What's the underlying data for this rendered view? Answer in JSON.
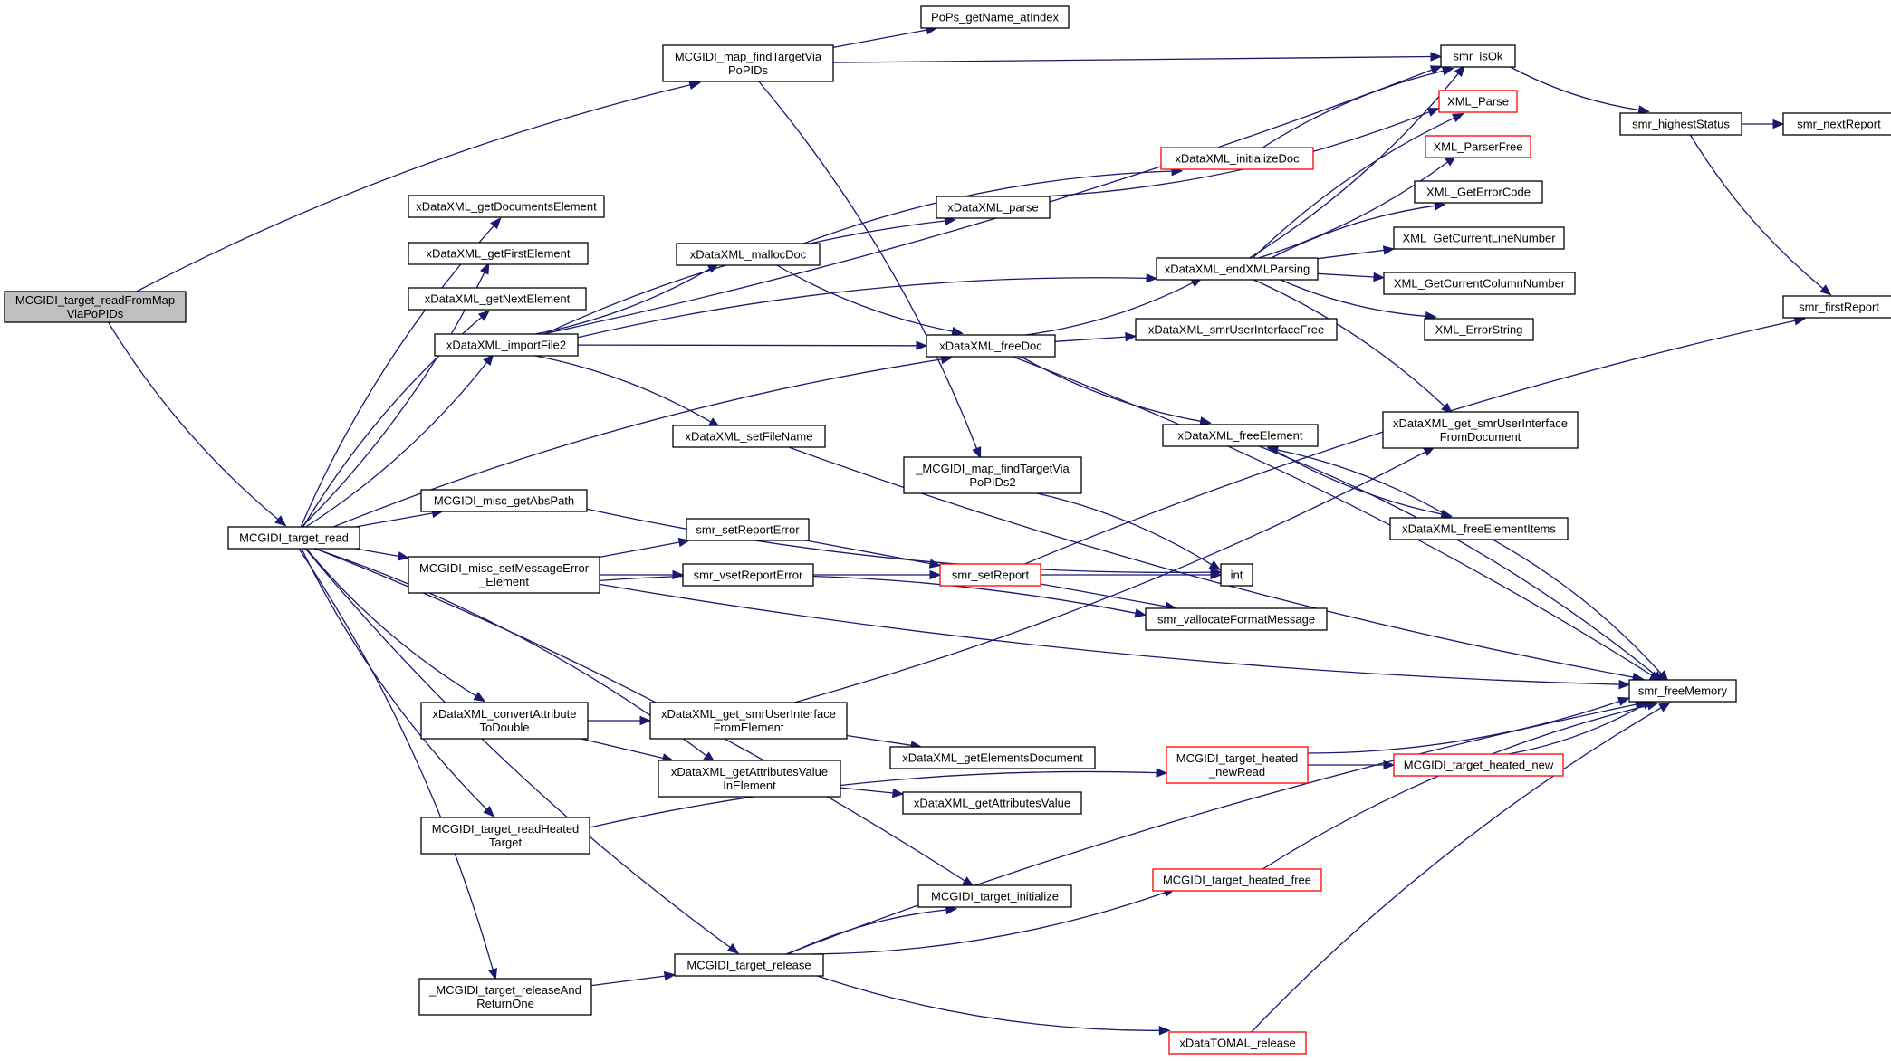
{
  "nodes": [
    {
      "id": "root",
      "lines": [
        "MCGIDI_target_readFromMap",
        "ViaPoPIDs"
      ],
      "style": "root"
    },
    {
      "id": "target_read",
      "lines": [
        "MCGIDI_target_read"
      ],
      "style": "normal"
    },
    {
      "id": "map_find",
      "lines": [
        "MCGIDI_map_findTargetVia",
        "PoPIDs"
      ],
      "style": "normal"
    },
    {
      "id": "pops_getname",
      "lines": [
        "PoPs_getName_atIndex"
      ],
      "style": "normal"
    },
    {
      "id": "smr_isok",
      "lines": [
        "smr_isOk"
      ],
      "style": "normal"
    },
    {
      "id": "smr_highest",
      "lines": [
        "smr_highestStatus"
      ],
      "style": "normal"
    },
    {
      "id": "smr_nextreport",
      "lines": [
        "smr_nextReport"
      ],
      "style": "normal"
    },
    {
      "id": "smr_firstreport",
      "lines": [
        "smr_firstReport"
      ],
      "style": "normal"
    },
    {
      "id": "xml_parse",
      "lines": [
        "XML_Parse"
      ],
      "style": "red"
    },
    {
      "id": "xml_parserfree",
      "lines": [
        "XML_ParserFree"
      ],
      "style": "red"
    },
    {
      "id": "xml_geterrorcode",
      "lines": [
        "XML_GetErrorCode"
      ],
      "style": "normal"
    },
    {
      "id": "xml_getcurline",
      "lines": [
        "XML_GetCurrentLineNumber"
      ],
      "style": "normal"
    },
    {
      "id": "xml_getcurcol",
      "lines": [
        "XML_GetCurrentColumnNumber"
      ],
      "style": "normal"
    },
    {
      "id": "xml_errorstring",
      "lines": [
        "XML_ErrorString"
      ],
      "style": "normal"
    },
    {
      "id": "xd_initdoc",
      "lines": [
        "xDataXML_initializeDoc"
      ],
      "style": "red"
    },
    {
      "id": "xd_getdocselem",
      "lines": [
        "xDataXML_getDocumentsElement"
      ],
      "style": "normal"
    },
    {
      "id": "xd_getfirstelem",
      "lines": [
        "xDataXML_getFirstElement"
      ],
      "style": "normal"
    },
    {
      "id": "xd_getnextelem",
      "lines": [
        "xDataXML_getNextElement"
      ],
      "style": "normal"
    },
    {
      "id": "xd_importfile2",
      "lines": [
        "xDataXML_importFile2"
      ],
      "style": "normal"
    },
    {
      "id": "xd_parse",
      "lines": [
        "xDataXML_parse"
      ],
      "style": "normal"
    },
    {
      "id": "xd_mallocdoc",
      "lines": [
        "xDataXML_mallocDoc"
      ],
      "style": "normal"
    },
    {
      "id": "xd_endxmlparsing",
      "lines": [
        "xDataXML_endXMLParsing"
      ],
      "style": "normal"
    },
    {
      "id": "xd_freedoc",
      "lines": [
        "xDataXML_freeDoc"
      ],
      "style": "normal"
    },
    {
      "id": "xd_smruifree",
      "lines": [
        "xDataXML_smrUserInterfaceFree"
      ],
      "style": "normal"
    },
    {
      "id": "xd_setfilename",
      "lines": [
        "xDataXML_setFileName"
      ],
      "style": "normal"
    },
    {
      "id": "map_find2",
      "lines": [
        "_MCGIDI_map_findTargetVia",
        "PoPIDs2"
      ],
      "style": "normal"
    },
    {
      "id": "xd_freeelement",
      "lines": [
        "xDataXML_freeElement"
      ],
      "style": "normal"
    },
    {
      "id": "xd_getsmruifromdoc",
      "lines": [
        "xDataXML_get_smrUserInterface",
        "FromDocument"
      ],
      "style": "normal"
    },
    {
      "id": "misc_getabspath",
      "lines": [
        "MCGIDI_misc_getAbsPath"
      ],
      "style": "normal"
    },
    {
      "id": "xd_freeelemitems",
      "lines": [
        "xDataXML_freeElementItems"
      ],
      "style": "normal"
    },
    {
      "id": "smr_setreporterror",
      "lines": [
        "smr_setReportError"
      ],
      "style": "normal"
    },
    {
      "id": "misc_setmsgerr",
      "lines": [
        "MCGIDI_misc_setMessageError",
        "_Element"
      ],
      "style": "normal"
    },
    {
      "id": "smr_vsetreporterror",
      "lines": [
        "smr_vsetReportError"
      ],
      "style": "normal"
    },
    {
      "id": "smr_setreport",
      "lines": [
        "smr_setReport"
      ],
      "style": "red"
    },
    {
      "id": "int",
      "lines": [
        "int"
      ],
      "style": "normal"
    },
    {
      "id": "smr_vallocfmt",
      "lines": [
        "smr_vallocateFormatMessage"
      ],
      "style": "normal"
    },
    {
      "id": "smr_freememory",
      "lines": [
        "smr_freeMemory"
      ],
      "style": "normal"
    },
    {
      "id": "xd_convattr",
      "lines": [
        "xDataXML_convertAttribute",
        "ToDouble"
      ],
      "style": "normal"
    },
    {
      "id": "xd_getsmruifromelem",
      "lines": [
        "xDataXML_get_smrUserInterface",
        "FromElement"
      ],
      "style": "normal"
    },
    {
      "id": "xd_getelemsdoc",
      "lines": [
        "xDataXML_getElementsDocument"
      ],
      "style": "normal"
    },
    {
      "id": "heated_newread",
      "lines": [
        "MCGIDI_target_heated",
        "_newRead"
      ],
      "style": "red"
    },
    {
      "id": "heated_new",
      "lines": [
        "MCGIDI_target_heated_new"
      ],
      "style": "red"
    },
    {
      "id": "xd_getattrvalinelem",
      "lines": [
        "xDataXML_getAttributesValue",
        "InElement"
      ],
      "style": "normal"
    },
    {
      "id": "xd_getattrval",
      "lines": [
        "xDataXML_getAttributesValue"
      ],
      "style": "normal"
    },
    {
      "id": "readheated",
      "lines": [
        "MCGIDI_target_readHeated",
        "Target"
      ],
      "style": "normal"
    },
    {
      "id": "heated_free",
      "lines": [
        "MCGIDI_target_heated_free"
      ],
      "style": "red"
    },
    {
      "id": "target_init",
      "lines": [
        "MCGIDI_target_initialize"
      ],
      "style": "normal"
    },
    {
      "id": "target_release",
      "lines": [
        "MCGIDI_target_release"
      ],
      "style": "normal"
    },
    {
      "id": "release_andret",
      "lines": [
        "_MCGIDI_target_releaseAnd",
        "ReturnOne"
      ],
      "style": "normal"
    },
    {
      "id": "xtomal_release",
      "lines": [
        "xDataTOMAL_release"
      ],
      "style": "red"
    }
  ],
  "edges": [
    [
      "root",
      "map_find"
    ],
    [
      "root",
      "target_read"
    ],
    [
      "map_find",
      "pops_getname"
    ],
    [
      "map_find",
      "smr_isok"
    ],
    [
      "map_find",
      "map_find2"
    ],
    [
      "smr_isok",
      "smr_highest"
    ],
    [
      "smr_highest",
      "smr_nextreport"
    ],
    [
      "smr_highest",
      "smr_firstreport"
    ],
    [
      "target_read",
      "xd_getdocselem"
    ],
    [
      "target_read",
      "xd_getfirstelem"
    ],
    [
      "target_read",
      "xd_getnextelem"
    ],
    [
      "target_read",
      "xd_importfile2"
    ],
    [
      "target_read",
      "xd_freedoc"
    ],
    [
      "target_read",
      "misc_getabspath"
    ],
    [
      "target_read",
      "misc_setmsgerr"
    ],
    [
      "target_read",
      "xd_convattr"
    ],
    [
      "target_read",
      "xd_getattrvalinelem"
    ],
    [
      "target_read",
      "readheated"
    ],
    [
      "target_read",
      "target_init"
    ],
    [
      "target_read",
      "target_release"
    ],
    [
      "target_read",
      "release_andret"
    ],
    [
      "xd_importfile2",
      "smr_isok"
    ],
    [
      "xd_importfile2",
      "xd_parse"
    ],
    [
      "xd_importfile2",
      "xd_mallocdoc"
    ],
    [
      "xd_importfile2",
      "xd_endxmlparsing"
    ],
    [
      "xd_importfile2",
      "xd_freedoc"
    ],
    [
      "xd_importfile2",
      "xd_setfilename"
    ],
    [
      "xd_parse",
      "xml_parse"
    ],
    [
      "xd_mallocdoc",
      "xd_initdoc"
    ],
    [
      "xd_mallocdoc",
      "xd_freedoc"
    ],
    [
      "xd_initdoc",
      "smr_isok"
    ],
    [
      "xd_endxmlparsing",
      "smr_isok"
    ],
    [
      "xd_endxmlparsing",
      "xml_parse"
    ],
    [
      "xd_endxmlparsing",
      "xml_parserfree"
    ],
    [
      "xd_endxmlparsing",
      "xml_geterrorcode"
    ],
    [
      "xd_endxmlparsing",
      "xml_getcurline"
    ],
    [
      "xd_endxmlparsing",
      "xml_getcurcol"
    ],
    [
      "xd_endxmlparsing",
      "xml_errorstring"
    ],
    [
      "xd_endxmlparsing",
      "xd_getsmruifromdoc"
    ],
    [
      "xd_freedoc",
      "xd_endxmlparsing"
    ],
    [
      "xd_freedoc",
      "xd_smruifree"
    ],
    [
      "xd_freedoc",
      "xd_freeelement"
    ],
    [
      "xd_freedoc",
      "smr_freememory"
    ],
    [
      "xd_setfilename",
      "smr_freememory"
    ],
    [
      "map_find2",
      "int"
    ],
    [
      "xd_freeelement",
      "xd_freeelemitems"
    ],
    [
      "xd_freeelement",
      "smr_freememory"
    ],
    [
      "xd_freeelemitems",
      "xd_freeelement"
    ],
    [
      "xd_freeelemitems",
      "smr_freememory"
    ],
    [
      "misc_getabspath",
      "int"
    ],
    [
      "misc_setmsgerr",
      "smr_setreporterror"
    ],
    [
      "misc_setmsgerr",
      "smr_vsetreporterror"
    ],
    [
      "misc_setmsgerr",
      "smr_vallocfmt"
    ],
    [
      "misc_setmsgerr",
      "smr_freememory"
    ],
    [
      "smr_setreporterror",
      "smr_setreport"
    ],
    [
      "smr_vsetreporterror",
      "smr_setreport"
    ],
    [
      "smr_setreport",
      "smr_firstreport"
    ],
    [
      "smr_setreport",
      "int"
    ],
    [
      "smr_setreport",
      "smr_vallocfmt"
    ],
    [
      "xd_convattr",
      "xd_getsmruifromelem"
    ],
    [
      "xd_convattr",
      "xd_getattrvalinelem"
    ],
    [
      "xd_getsmruifromelem",
      "xd_getsmruifromdoc"
    ],
    [
      "xd_getsmruifromelem",
      "xd_getelemsdoc"
    ],
    [
      "xd_getattrvalinelem",
      "xd_getattrval"
    ],
    [
      "readheated",
      "heated_newread"
    ],
    [
      "heated_newread",
      "smr_freememory"
    ],
    [
      "heated_newread",
      "heated_new"
    ],
    [
      "heated_new",
      "smr_freememory"
    ],
    [
      "target_release",
      "target_init"
    ],
    [
      "target_release",
      "heated_free"
    ],
    [
      "target_release",
      "smr_freememory"
    ],
    [
      "target_release",
      "xtomal_release"
    ],
    [
      "heated_free",
      "smr_freememory"
    ],
    [
      "release_andret",
      "target_release"
    ],
    [
      "xtomal_release",
      "smr_freememory"
    ]
  ]
}
